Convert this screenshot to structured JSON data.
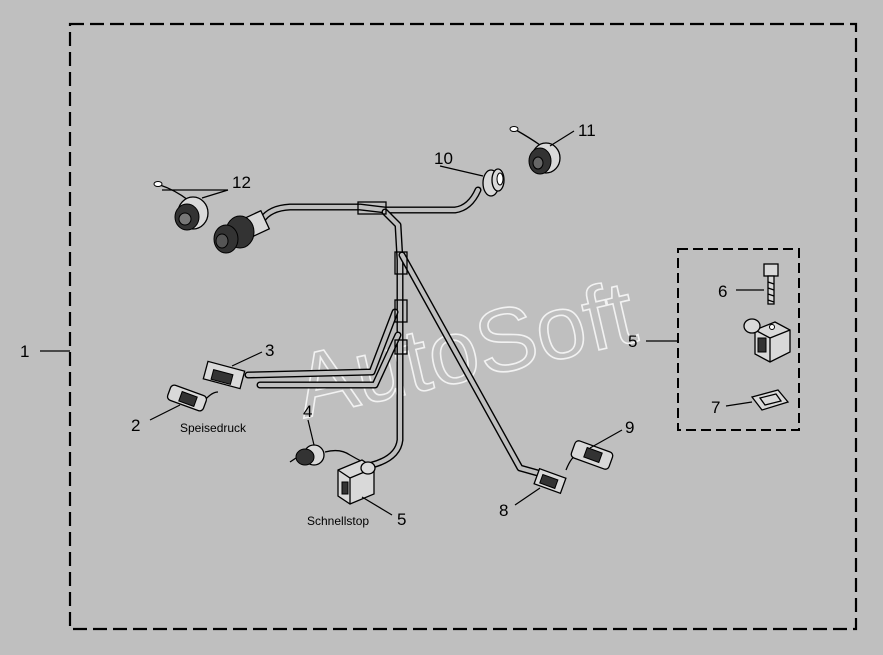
{
  "watermark": "AutoSoft",
  "labels": {
    "speisedruck": "Speisedruck",
    "schnellstop": "Schnellstop"
  },
  "callouts": {
    "main_assembly": "1",
    "sensor_speisedruck": "2",
    "connector_speisedruck": "3",
    "ground_terminal": "4",
    "valve_schnellstop": "5",
    "screw": "6",
    "seal": "7",
    "connector_right": "8",
    "sensor_right": "9",
    "round_connector_right": "10",
    "cap_right": "11",
    "cap_left": "12",
    "inset_valve": "5"
  },
  "colors": {
    "background": "#bfbfbf",
    "line": "#000000",
    "watermark": "#f2f2f2"
  }
}
